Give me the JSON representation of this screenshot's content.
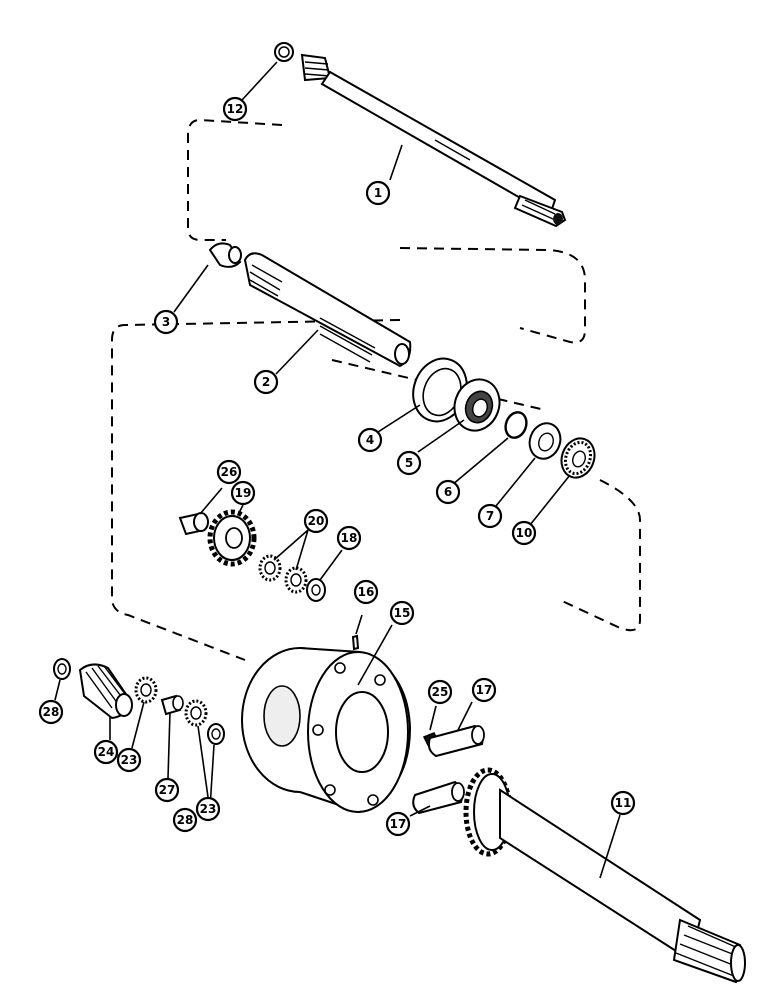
{
  "callouts": [
    {
      "id": "c1",
      "label": "1"
    },
    {
      "id": "c2",
      "label": "2"
    },
    {
      "id": "c3",
      "label": "3"
    },
    {
      "id": "c4",
      "label": "4"
    },
    {
      "id": "c5",
      "label": "5"
    },
    {
      "id": "c6",
      "label": "6"
    },
    {
      "id": "c7",
      "label": "7"
    },
    {
      "id": "c10",
      "label": "10"
    },
    {
      "id": "c11",
      "label": "11"
    },
    {
      "id": "c12",
      "label": "12"
    },
    {
      "id": "c15",
      "label": "15"
    },
    {
      "id": "c16",
      "label": "16"
    },
    {
      "id": "c17a",
      "label": "17"
    },
    {
      "id": "c17b",
      "label": "17"
    },
    {
      "id": "c18",
      "label": "18"
    },
    {
      "id": "c19",
      "label": "19"
    },
    {
      "id": "c20",
      "label": "20"
    },
    {
      "id": "c23a",
      "label": "23"
    },
    {
      "id": "c23b",
      "label": "23"
    },
    {
      "id": "c24",
      "label": "24"
    },
    {
      "id": "c25",
      "label": "25"
    },
    {
      "id": "c26",
      "label": "26"
    },
    {
      "id": "c27",
      "label": "27"
    },
    {
      "id": "c28a",
      "label": "28"
    },
    {
      "id": "c28b",
      "label": "28"
    }
  ]
}
